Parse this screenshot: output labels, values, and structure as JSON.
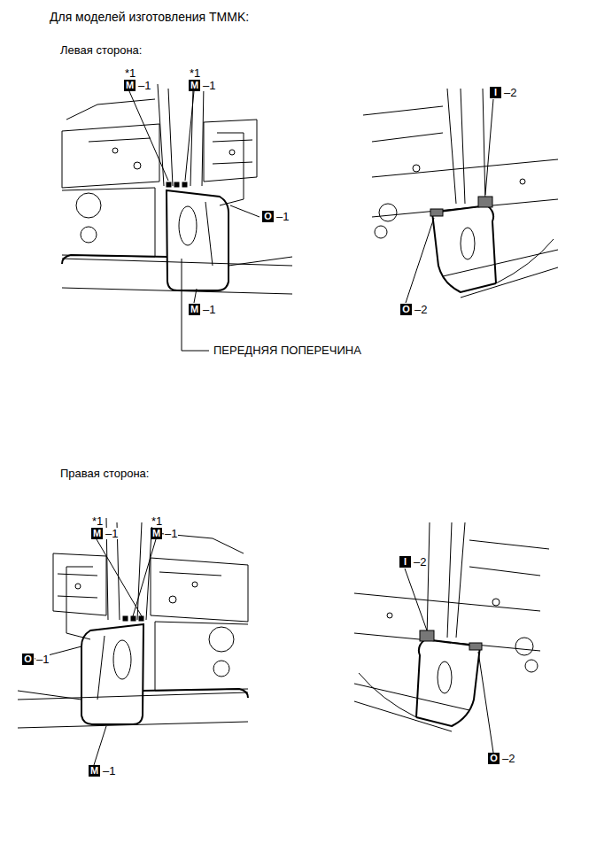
{
  "diagram": {
    "title": "Для моделей изготовления TMMK:",
    "labels": [
      "Левая сторона:",
      "*1",
      "M",
      "–1",
      "*1",
      "M",
      "–1",
      "O",
      "–1",
      "M",
      "–1",
      "ПЕРЕДНЯЯ ПОПЕРЕЧИНА",
      "I",
      "–2",
      "O",
      "–2",
      "Правая сторона:",
      "*1",
      "M",
      "–1",
      "*1",
      "M",
      "–1",
      "O",
      "–1",
      "M",
      "–1",
      "I",
      "–2",
      "O",
      "–2"
    ]
  }
}
